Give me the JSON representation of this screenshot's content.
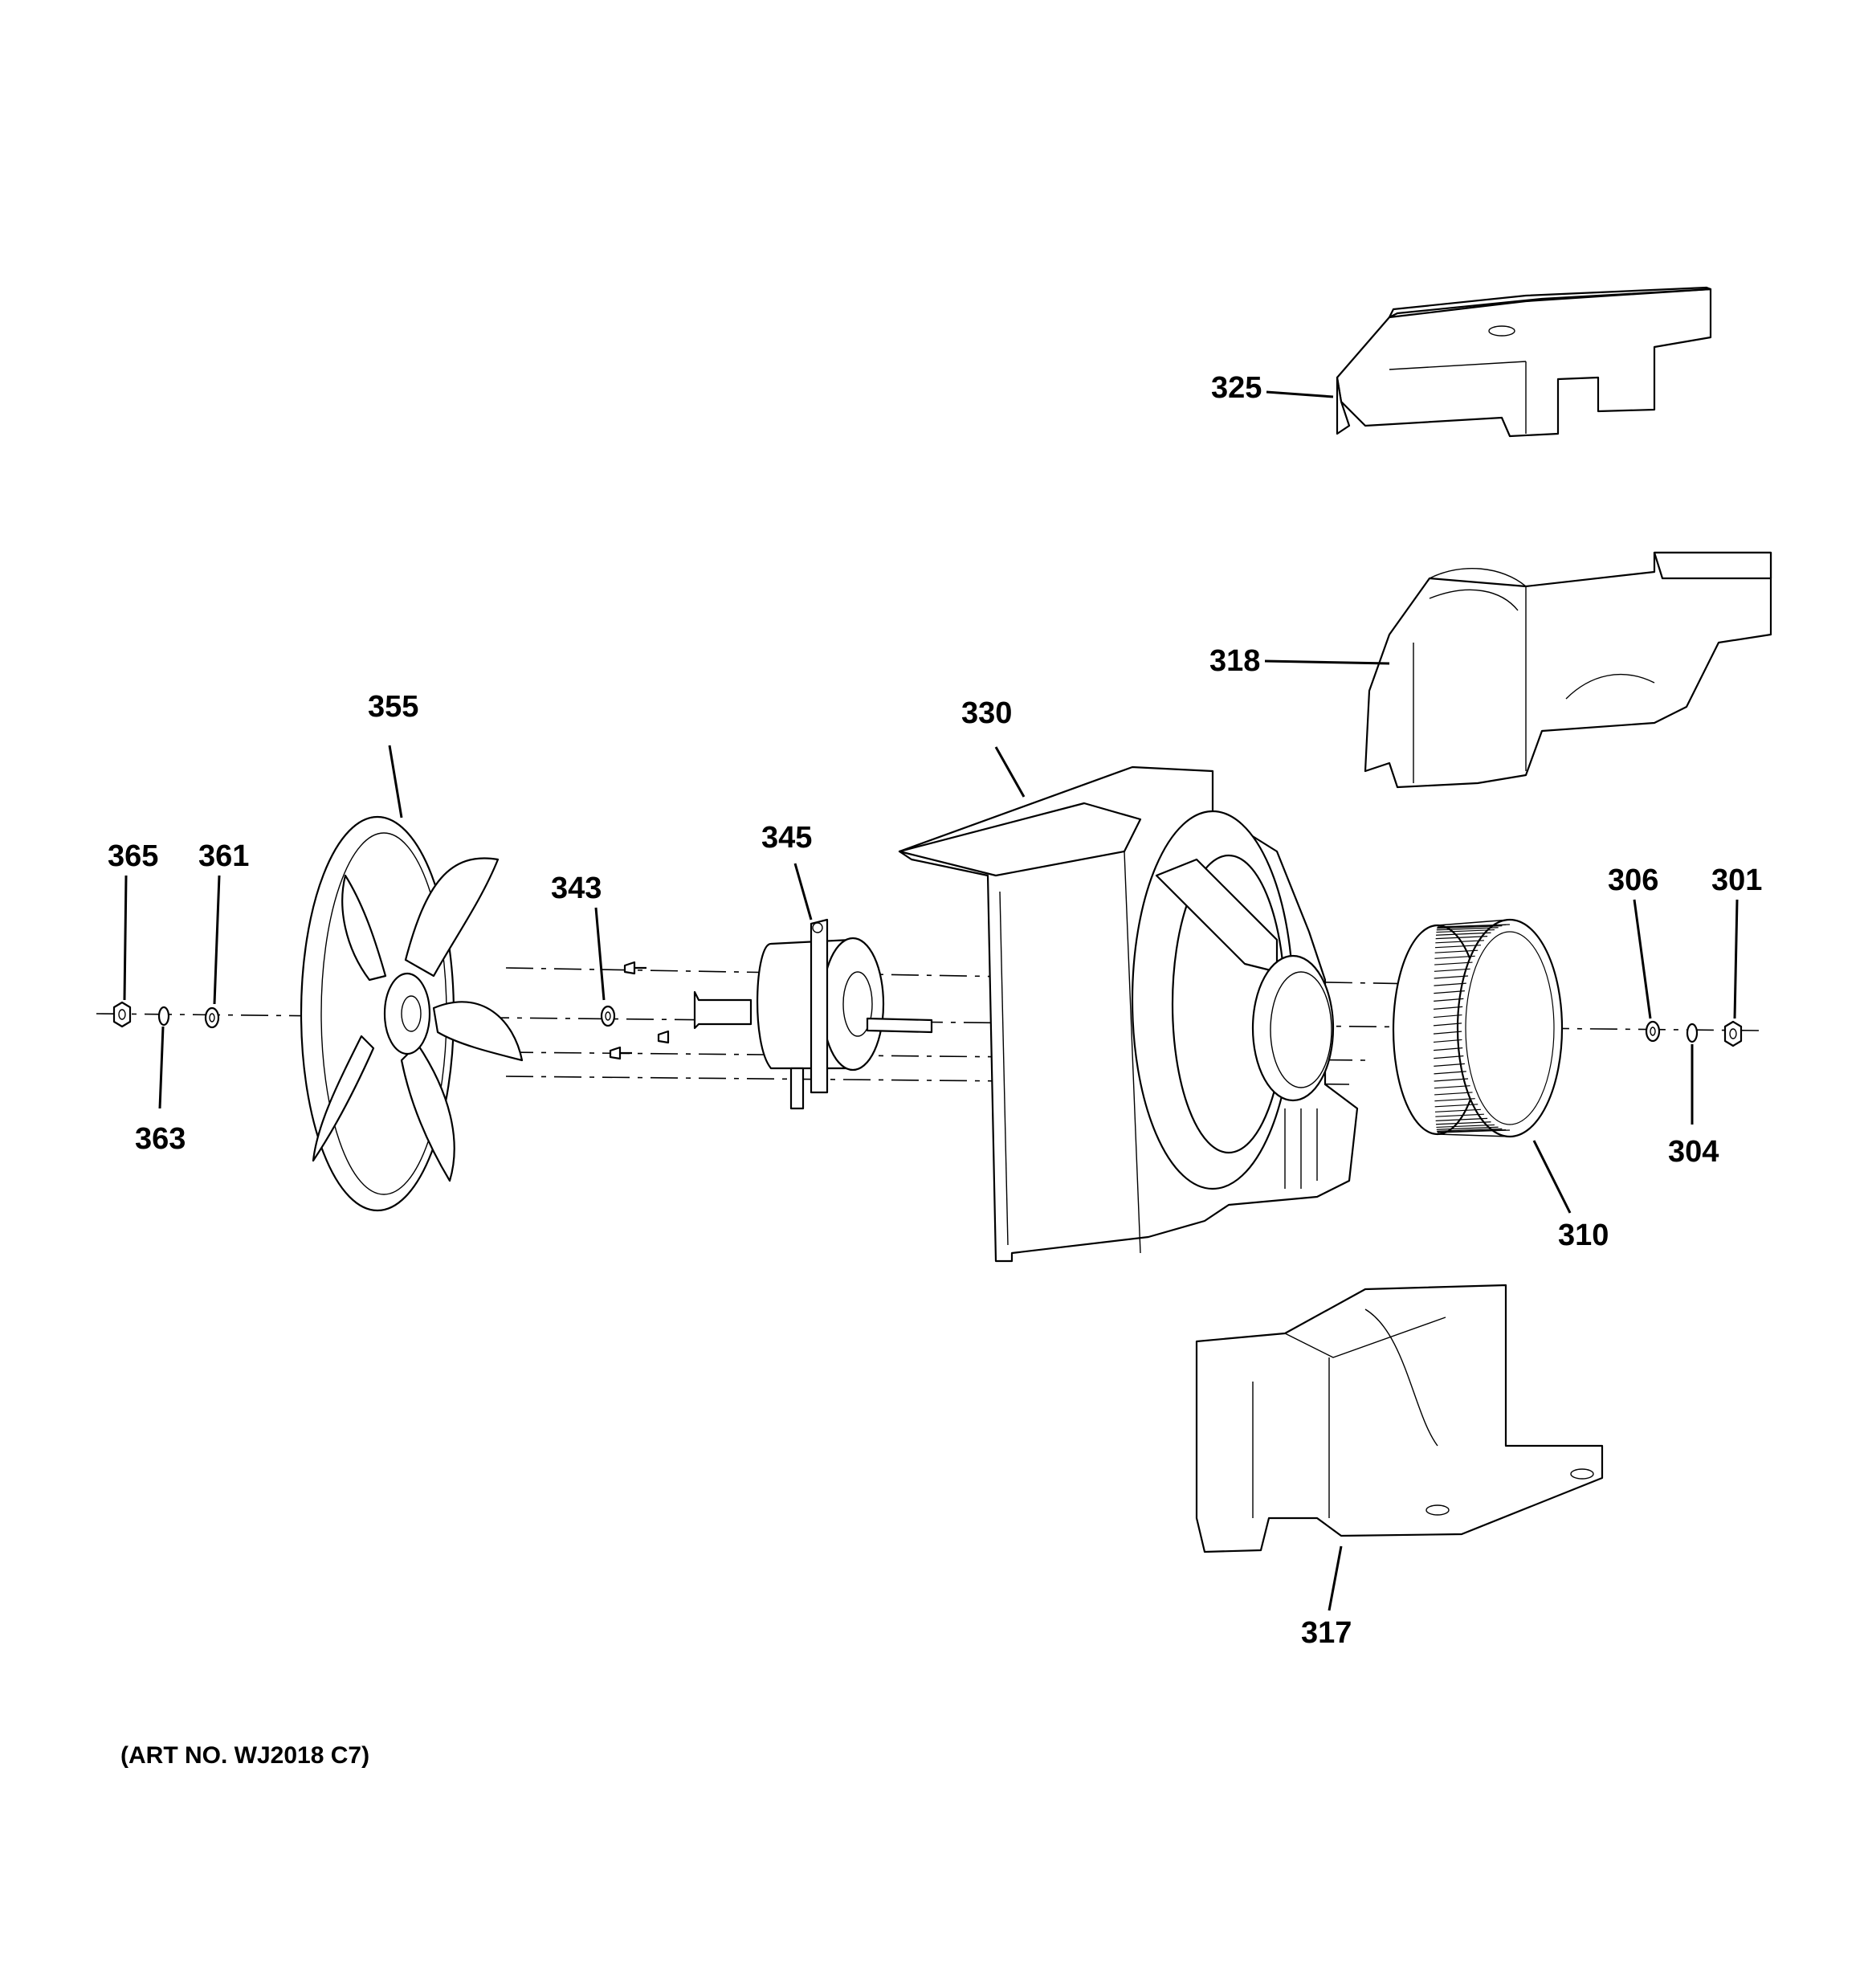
{
  "callouts": {
    "p325": "325",
    "p318": "318",
    "p330": "330",
    "p355": "355",
    "p345": "345",
    "p343": "343",
    "p365": "365",
    "p361": "361",
    "p363": "363",
    "p306": "306",
    "p301": "301",
    "p304": "304",
    "p310": "310",
    "p317": "317"
  },
  "art_number": "(ART NO. WJ2018 C7)"
}
